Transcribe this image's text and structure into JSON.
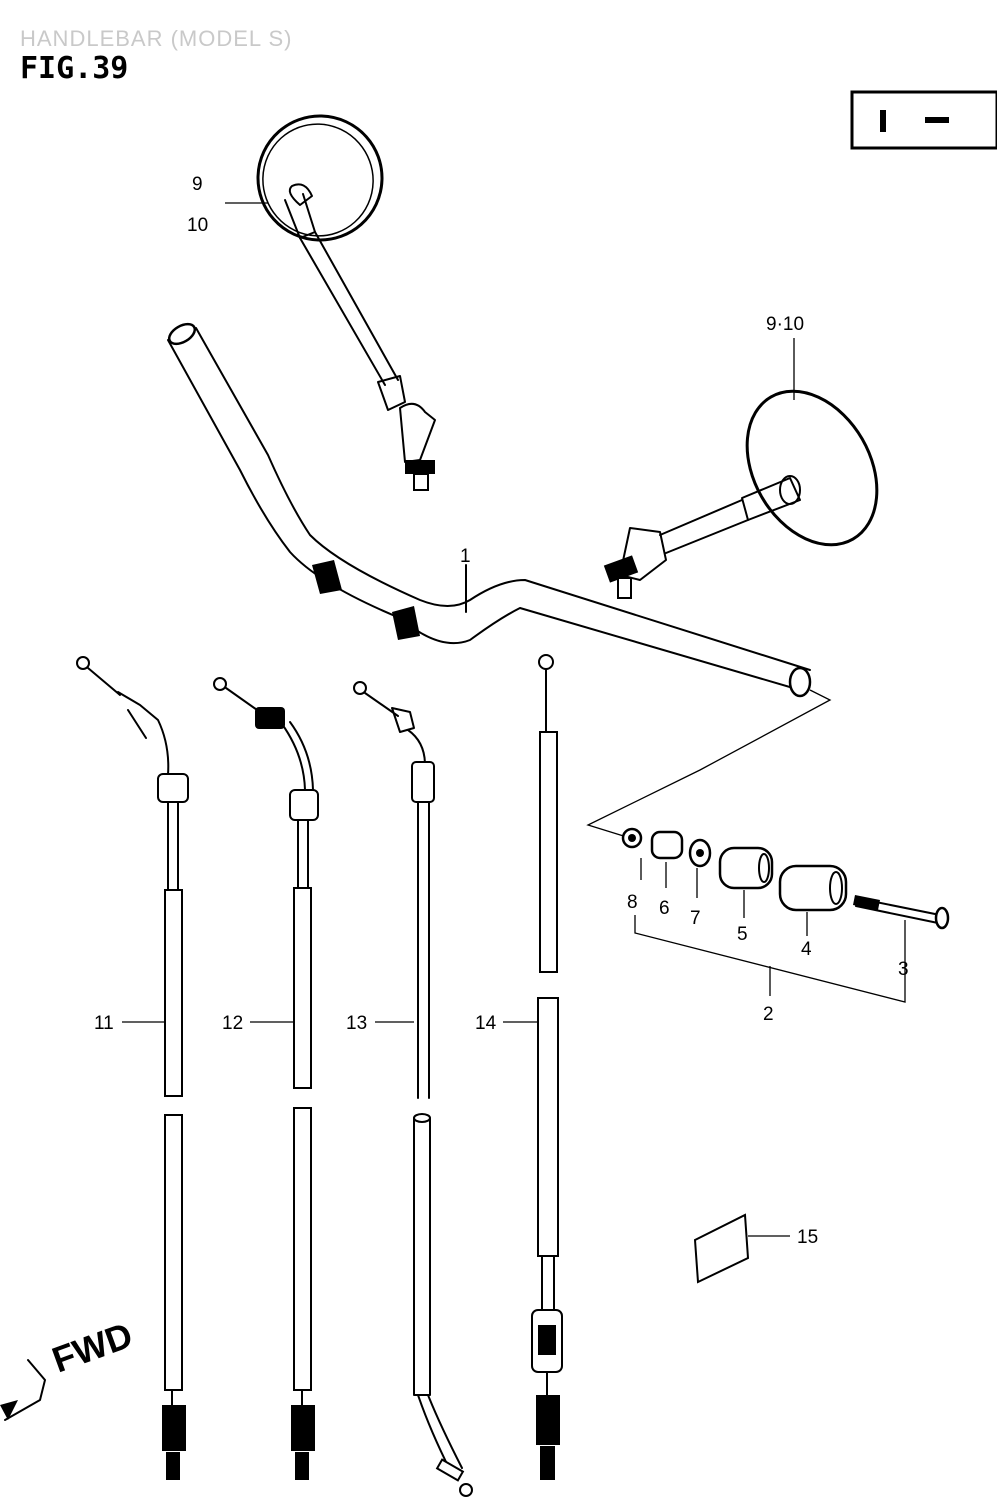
{
  "header": {
    "subtitle": "HANDLEBAR (MODEL S)",
    "figure": "FIG.39",
    "badge": "I –"
  },
  "labels": {
    "p1": "1",
    "p2": "2",
    "p3": "3",
    "p4": "4",
    "p5": "5",
    "p6": "6",
    "p7": "7",
    "p8": "8",
    "p9_left": "9",
    "p10_left": "10",
    "p9_10_right": "9·10",
    "p11": "11",
    "p12": "12",
    "p13": "13",
    "p14": "14",
    "p15": "15"
  },
  "fwd_label": "FWD"
}
